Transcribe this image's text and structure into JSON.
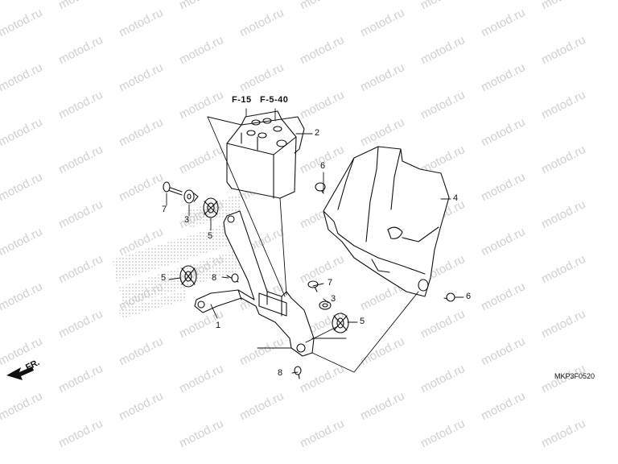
{
  "watermark": "motod.ru",
  "part_numbers": {
    "p1": "1",
    "p2": "2",
    "p3_left": "3",
    "p3_right": "3",
    "p4": "4",
    "p5_top": "5",
    "p5_left": "5",
    "p5_right": "5",
    "p6_top": "6",
    "p6_right": "6",
    "p7_left": "7",
    "p7_right": "7",
    "p8_left": "8",
    "p8_bottom": "8"
  },
  "references": {
    "ref_a": "F-15",
    "ref_b": "F-5-40"
  },
  "direction_label": "FR.",
  "diagram_code": "MKP3F0520",
  "colors": {
    "line": "#111111",
    "watermark": "#d0d0d0",
    "halftone": "#c8c8c8"
  }
}
